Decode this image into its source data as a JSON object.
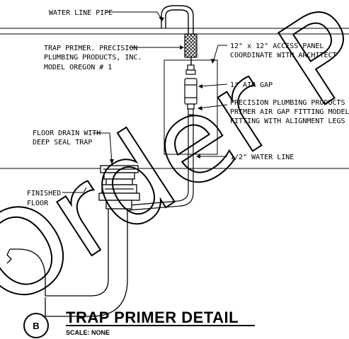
{
  "labels": {
    "water_line_pipe": "WATER LINE PIPE",
    "trap_primer_1": "TRAP PRIMER. PRECISION",
    "trap_primer_2": "PLUMBING PRODUCTS, INC.",
    "trap_primer_3": "MODEL OREGON # 1",
    "access_panel_1": "12\" x 12\" ACCESS PANEL",
    "access_panel_2": "COORDINATE WITH ARCHITECT",
    "air_gap": "1\" AIR GAP",
    "ppp_1": "PRECISION PLUMBING PRODUCTS",
    "ppp_2": "PRIMER AIR GAP FITTING MODEL",
    "ppp_3": "FITTING WITH ALIGNMENT LEGS",
    "floor_drain_1": "FLOOR DRAIN WITH",
    "floor_drain_2": "DEEP SEAL TRAP",
    "water_line": "1/2\" WATER LINE",
    "finished_1": "FINISHED",
    "finished_2": "FLOOR"
  },
  "detail": {
    "bubble": "B",
    "title": "TRAP PRIMER DETAIL",
    "scale": "SCALE: NONE"
  },
  "watermark": "Order P"
}
